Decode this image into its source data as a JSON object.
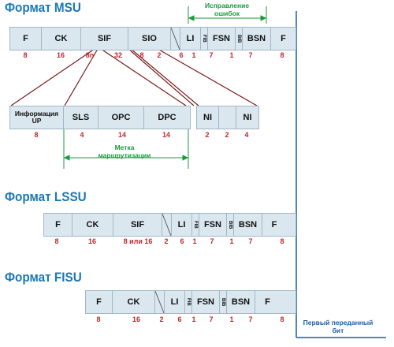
{
  "msu": {
    "title": "Формат MSU",
    "fields": [
      "F",
      "CK",
      "SIF",
      "SIO",
      "LI",
      "FIB",
      "FSN",
      "BIB",
      "BSN",
      "F"
    ],
    "lengths": [
      "8",
      "16",
      "8n",
      "32",
      "8",
      "2",
      "6",
      "1",
      "7",
      "1",
      "7",
      "8"
    ],
    "error_correction_note": "Исправление ошибок"
  },
  "sif": {
    "fields": [
      "Информация UP",
      "SLS",
      "OPC",
      "DPC",
      "NI",
      "",
      "NI"
    ],
    "lengths": [
      "8",
      "4",
      "14",
      "14",
      "2",
      "2",
      "4"
    ],
    "routing_label_note": "Метка маршрутизации"
  },
  "lssu": {
    "title": "Формат LSSU",
    "fields": [
      "F",
      "CK",
      "SIF",
      "LI",
      "FIB",
      "FSN",
      "BIB",
      "BSN",
      "F"
    ],
    "lengths": [
      "8",
      "16",
      "8 или 16",
      "2",
      "6",
      "1",
      "7",
      "1",
      "7",
      "8"
    ]
  },
  "fisu": {
    "title": "Формат FISU",
    "fields": [
      "F",
      "CK",
      "LI",
      "FIB",
      "FSN",
      "BIB",
      "BSN",
      "F"
    ],
    "lengths": [
      "8",
      "16",
      "2",
      "6",
      "1",
      "7",
      "1",
      "7",
      "8"
    ]
  },
  "first_bit_note": "Первый переданный бит",
  "colors": {
    "title": "#1b78b6",
    "numbers": "#c0272d",
    "annotation": "#1a9a3c",
    "cell_fill": "#dbe7ee",
    "lines": "#8b1a1a"
  }
}
